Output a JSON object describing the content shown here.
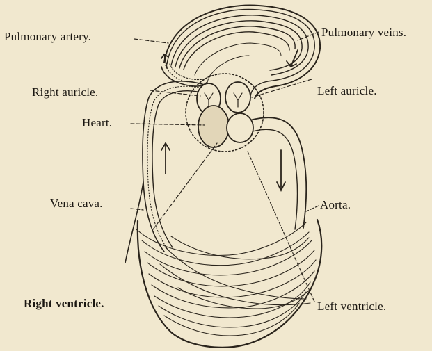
{
  "labels": {
    "pulmonary_artery": "Pulmonary artery.",
    "pulmonary_veins": "Pulmonary veins.",
    "right_auricle": "Right auricle.",
    "left_auricle": "Left auricle.",
    "heart": "Heart.",
    "vena_cava": "Vena cava.",
    "aorta": "Aorta.",
    "right_ventricle": "Right ventricle.",
    "left_ventricle": "Left ventricle."
  },
  "colors": {
    "paper": "#f1e8cf",
    "ink": "#1b1712"
  }
}
